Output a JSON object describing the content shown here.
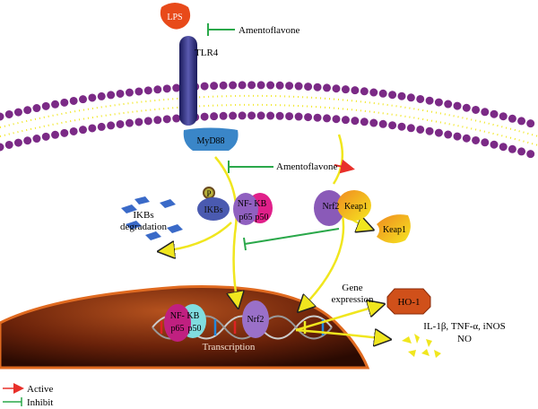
{
  "labels": {
    "lps": "LPS",
    "amentoflavone_top": "Amentoflavone",
    "tlr4": "TLR4",
    "myd88": "MyD88",
    "amentoflavone_mid": "Amentoflavone",
    "phospho": "P",
    "ikbs": "IKBs",
    "nfkb_top": "NF- KB",
    "p65": "p65",
    "p50": "p50",
    "ikbs_degradation_1": "IKBs",
    "ikbs_degradation_2": "degradation",
    "nrf2_keap1_nrf2": "Nrf2",
    "nrf2_keap1_keap1": "Keap1",
    "keap1_free": "Keap1",
    "nuc_nfkb_top": "NF- KB",
    "nuc_p65": "p65",
    "nuc_p50": "p50",
    "nuc_nrf2": "Nrf2",
    "transcription": "Transcription",
    "gene_expression_1": "Gene",
    "gene_expression_2": "expression",
    "ho1": "HO-1",
    "cytokines_1": "IL-1β, TNF-α, iNOS",
    "cytokines_2": "NO"
  },
  "legend": [
    {
      "label": "Active",
      "color": "#e8302a",
      "symbol": "arrow"
    },
    {
      "label": "Inhibit",
      "color": "#2aa84a",
      "symbol": "inhibit-bar"
    }
  ],
  "colors": {
    "activate": "#e8302a",
    "inhibit": "#2aa84a",
    "pathway": "#f0e61e",
    "membrane_head": "#7b2a86",
    "nucleus": "#7a2a0a"
  }
}
